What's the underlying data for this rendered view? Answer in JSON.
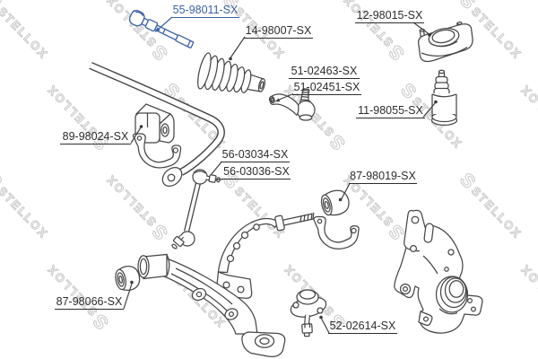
{
  "brand": {
    "watermark_text": "STELLOX",
    "watermark_logo": "S"
  },
  "colors": {
    "highlight": "#3a61a8",
    "diagram_line": "#474747",
    "label_text": "#2d2d2d",
    "watermark": "#cccccc",
    "background": "#ffffff"
  },
  "parts": [
    {
      "part_number": "55-98011-SX",
      "name": "inner-tie-rod",
      "highlighted": true
    },
    {
      "part_number": "14-98007-SX",
      "name": "steering-rack-boot",
      "highlighted": false
    },
    {
      "part_number": "12-98015-SX",
      "name": "strut-mount",
      "highlighted": false
    },
    {
      "part_number": "51-02463-SX",
      "name": "tie-rod-end",
      "highlighted": false
    },
    {
      "part_number": "51-02451-SX",
      "name": "tie-rod-end",
      "highlighted": false
    },
    {
      "part_number": "11-98055-SX",
      "name": "bump-stop-boot",
      "highlighted": false
    },
    {
      "part_number": "89-98024-SX",
      "name": "stabilizer-bushing",
      "highlighted": false
    },
    {
      "part_number": "56-03034-SX",
      "name": "stabilizer-link",
      "highlighted": false
    },
    {
      "part_number": "56-03036-SX",
      "name": "stabilizer-link",
      "highlighted": false
    },
    {
      "part_number": "87-98019-SX",
      "name": "control-arm-bushing",
      "highlighted": false
    },
    {
      "part_number": "87-98066-SX",
      "name": "control-arm-bushing",
      "highlighted": false
    },
    {
      "part_number": "52-02614-SX",
      "name": "ball-joint",
      "highlighted": false
    }
  ]
}
